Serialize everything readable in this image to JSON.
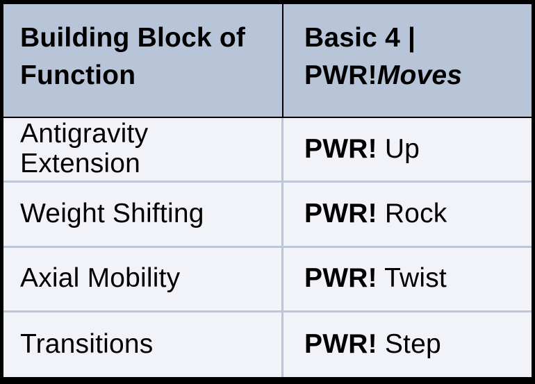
{
  "colors": {
    "frame_border": "#000000",
    "header_background": "#b8c4d8",
    "body_background": "#f2f3f8",
    "body_divider": "#bcc6d7",
    "header_divider": "#000000",
    "text": "#000000"
  },
  "table": {
    "header": {
      "function_col": "Building Block of Function",
      "moves_col": {
        "line1": "Basic 4 |",
        "line2_bold": "PWR!",
        "line2_italic": "Moves"
      }
    },
    "rows": [
      {
        "function": "Antigravity Extension",
        "move_bold": "PWR!",
        "move_rest": " Up"
      },
      {
        "function": "Weight Shifting",
        "move_bold": "PWR!",
        "move_rest": " Rock"
      },
      {
        "function": "Axial Mobility",
        "move_bold": "PWR!",
        "move_rest": " Twist"
      },
      {
        "function": "Transitions",
        "move_bold": "PWR!",
        "move_rest": " Step"
      }
    ]
  }
}
